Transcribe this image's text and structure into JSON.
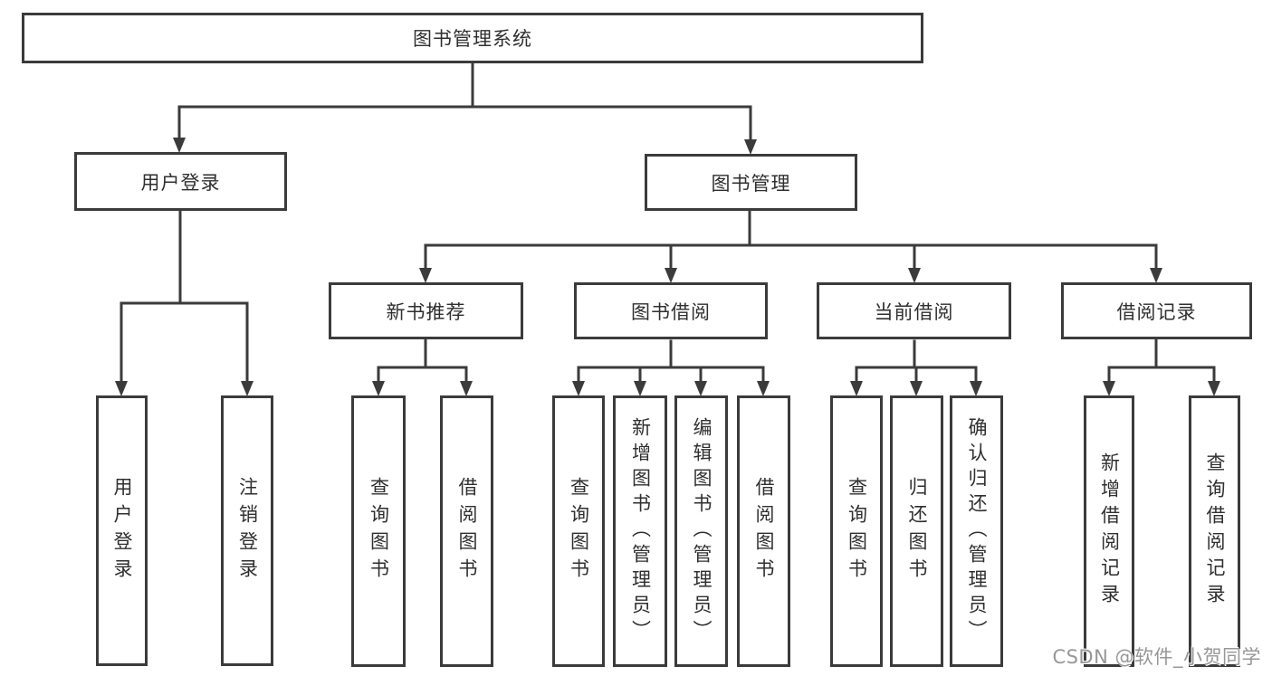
{
  "diagram": {
    "root": {
      "label": "图书管理系统"
    },
    "branches": [
      {
        "label": "用户登录",
        "children": [
          "用户登录",
          "注销登录"
        ]
      },
      {
        "label": "图书管理",
        "children": [
          {
            "label": "新书推荐",
            "children": [
              "查询图书",
              "借阅图书"
            ]
          },
          {
            "label": "图书借阅",
            "children": [
              "查询图书",
              "新增图书（管理员）",
              "编辑图书（管理员）",
              "借阅图书"
            ]
          },
          {
            "label": "当前借阅",
            "children": [
              "查询图书",
              "归还图书",
              "确认归还（管理员）"
            ]
          },
          {
            "label": "借阅记录",
            "children": [
              "新增借阅记录",
              "查询借阅记录"
            ]
          }
        ]
      }
    ]
  },
  "watermark": "CSDN @软件_小贺同学",
  "colors": {
    "line": "#3b3b3b",
    "text": "#2f2f2f",
    "background": "#ffffff",
    "watermark": "#979797"
  }
}
